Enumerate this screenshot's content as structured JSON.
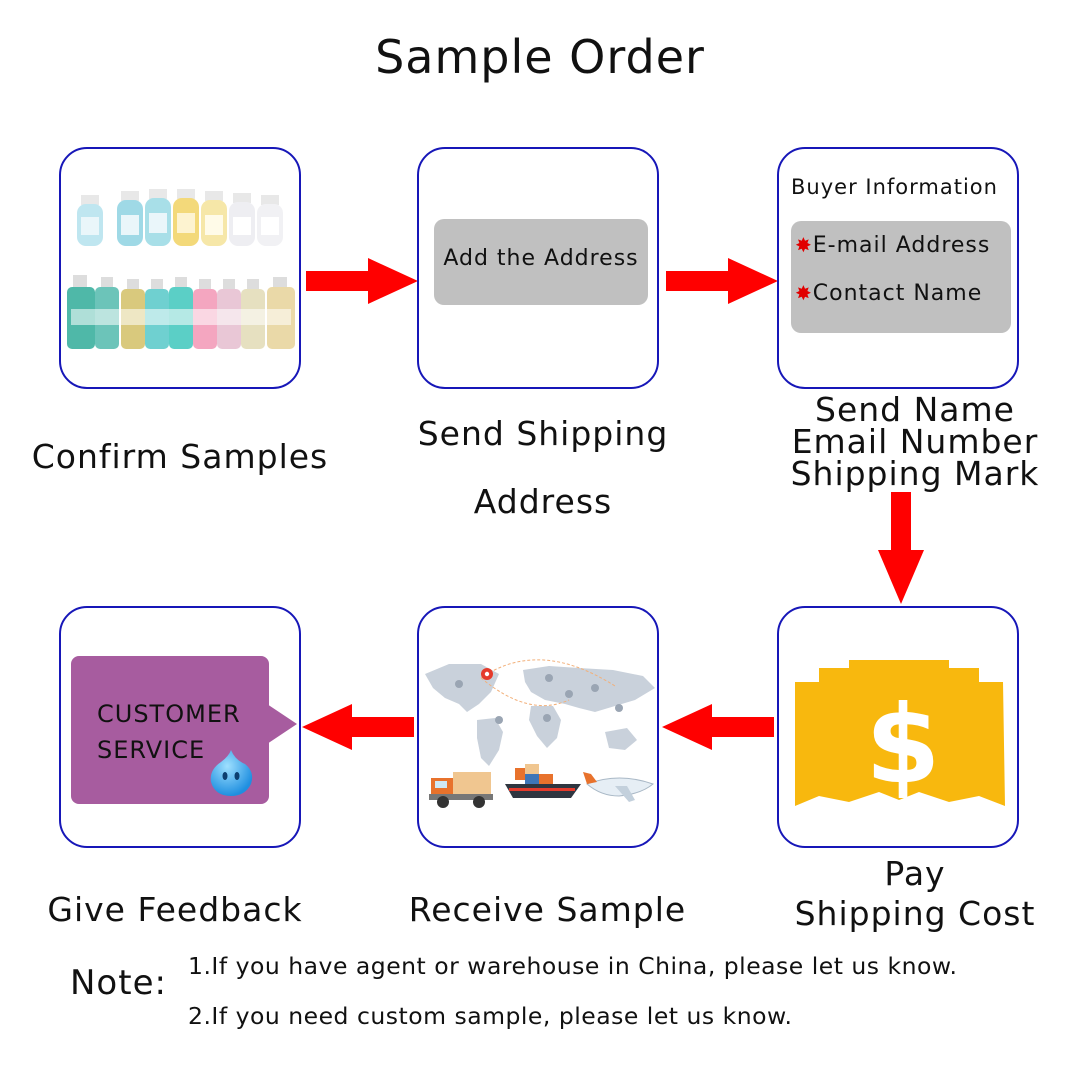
{
  "title": "Sample Order",
  "steps": {
    "confirm": {
      "caption": "Confirm Samples"
    },
    "shipping": {
      "caption_line1": "Send Shipping",
      "caption_line2": "Address",
      "box_label": "Add the Address"
    },
    "buyer": {
      "caption_line1": "Send Name",
      "caption_line2": "Email Number",
      "caption_line3": "Shipping Mark",
      "box_title": "Buyer Information",
      "field1": "E-mail Address",
      "field2": "Contact Name"
    },
    "pay": {
      "caption_line1": "Pay",
      "caption_line2": "Shipping Cost",
      "symbol": "$"
    },
    "receive": {
      "caption": "Receive Sample"
    },
    "feedback": {
      "caption": "Give Feedback",
      "bubble_line1": "CUSTOMER",
      "bubble_line2": "SERVICE"
    }
  },
  "note": {
    "label": "Note:",
    "line1": "1.If you have agent or warehouse in China, please let us know.",
    "line2": "2.If you need custom sample, please let us know."
  },
  "colors": {
    "card_border": "#1717b8",
    "arrow": "#ff0000",
    "star": "#e10000",
    "grey_box": "#c0c0c0",
    "customer_service": "#a75c9f",
    "shipping_cost": "#f8b80e"
  },
  "icons": [
    "bottles-image",
    "world-map-image",
    "truck-icon",
    "ship-icon",
    "plane-icon",
    "dollar-icon",
    "chat-droplet-icon"
  ]
}
